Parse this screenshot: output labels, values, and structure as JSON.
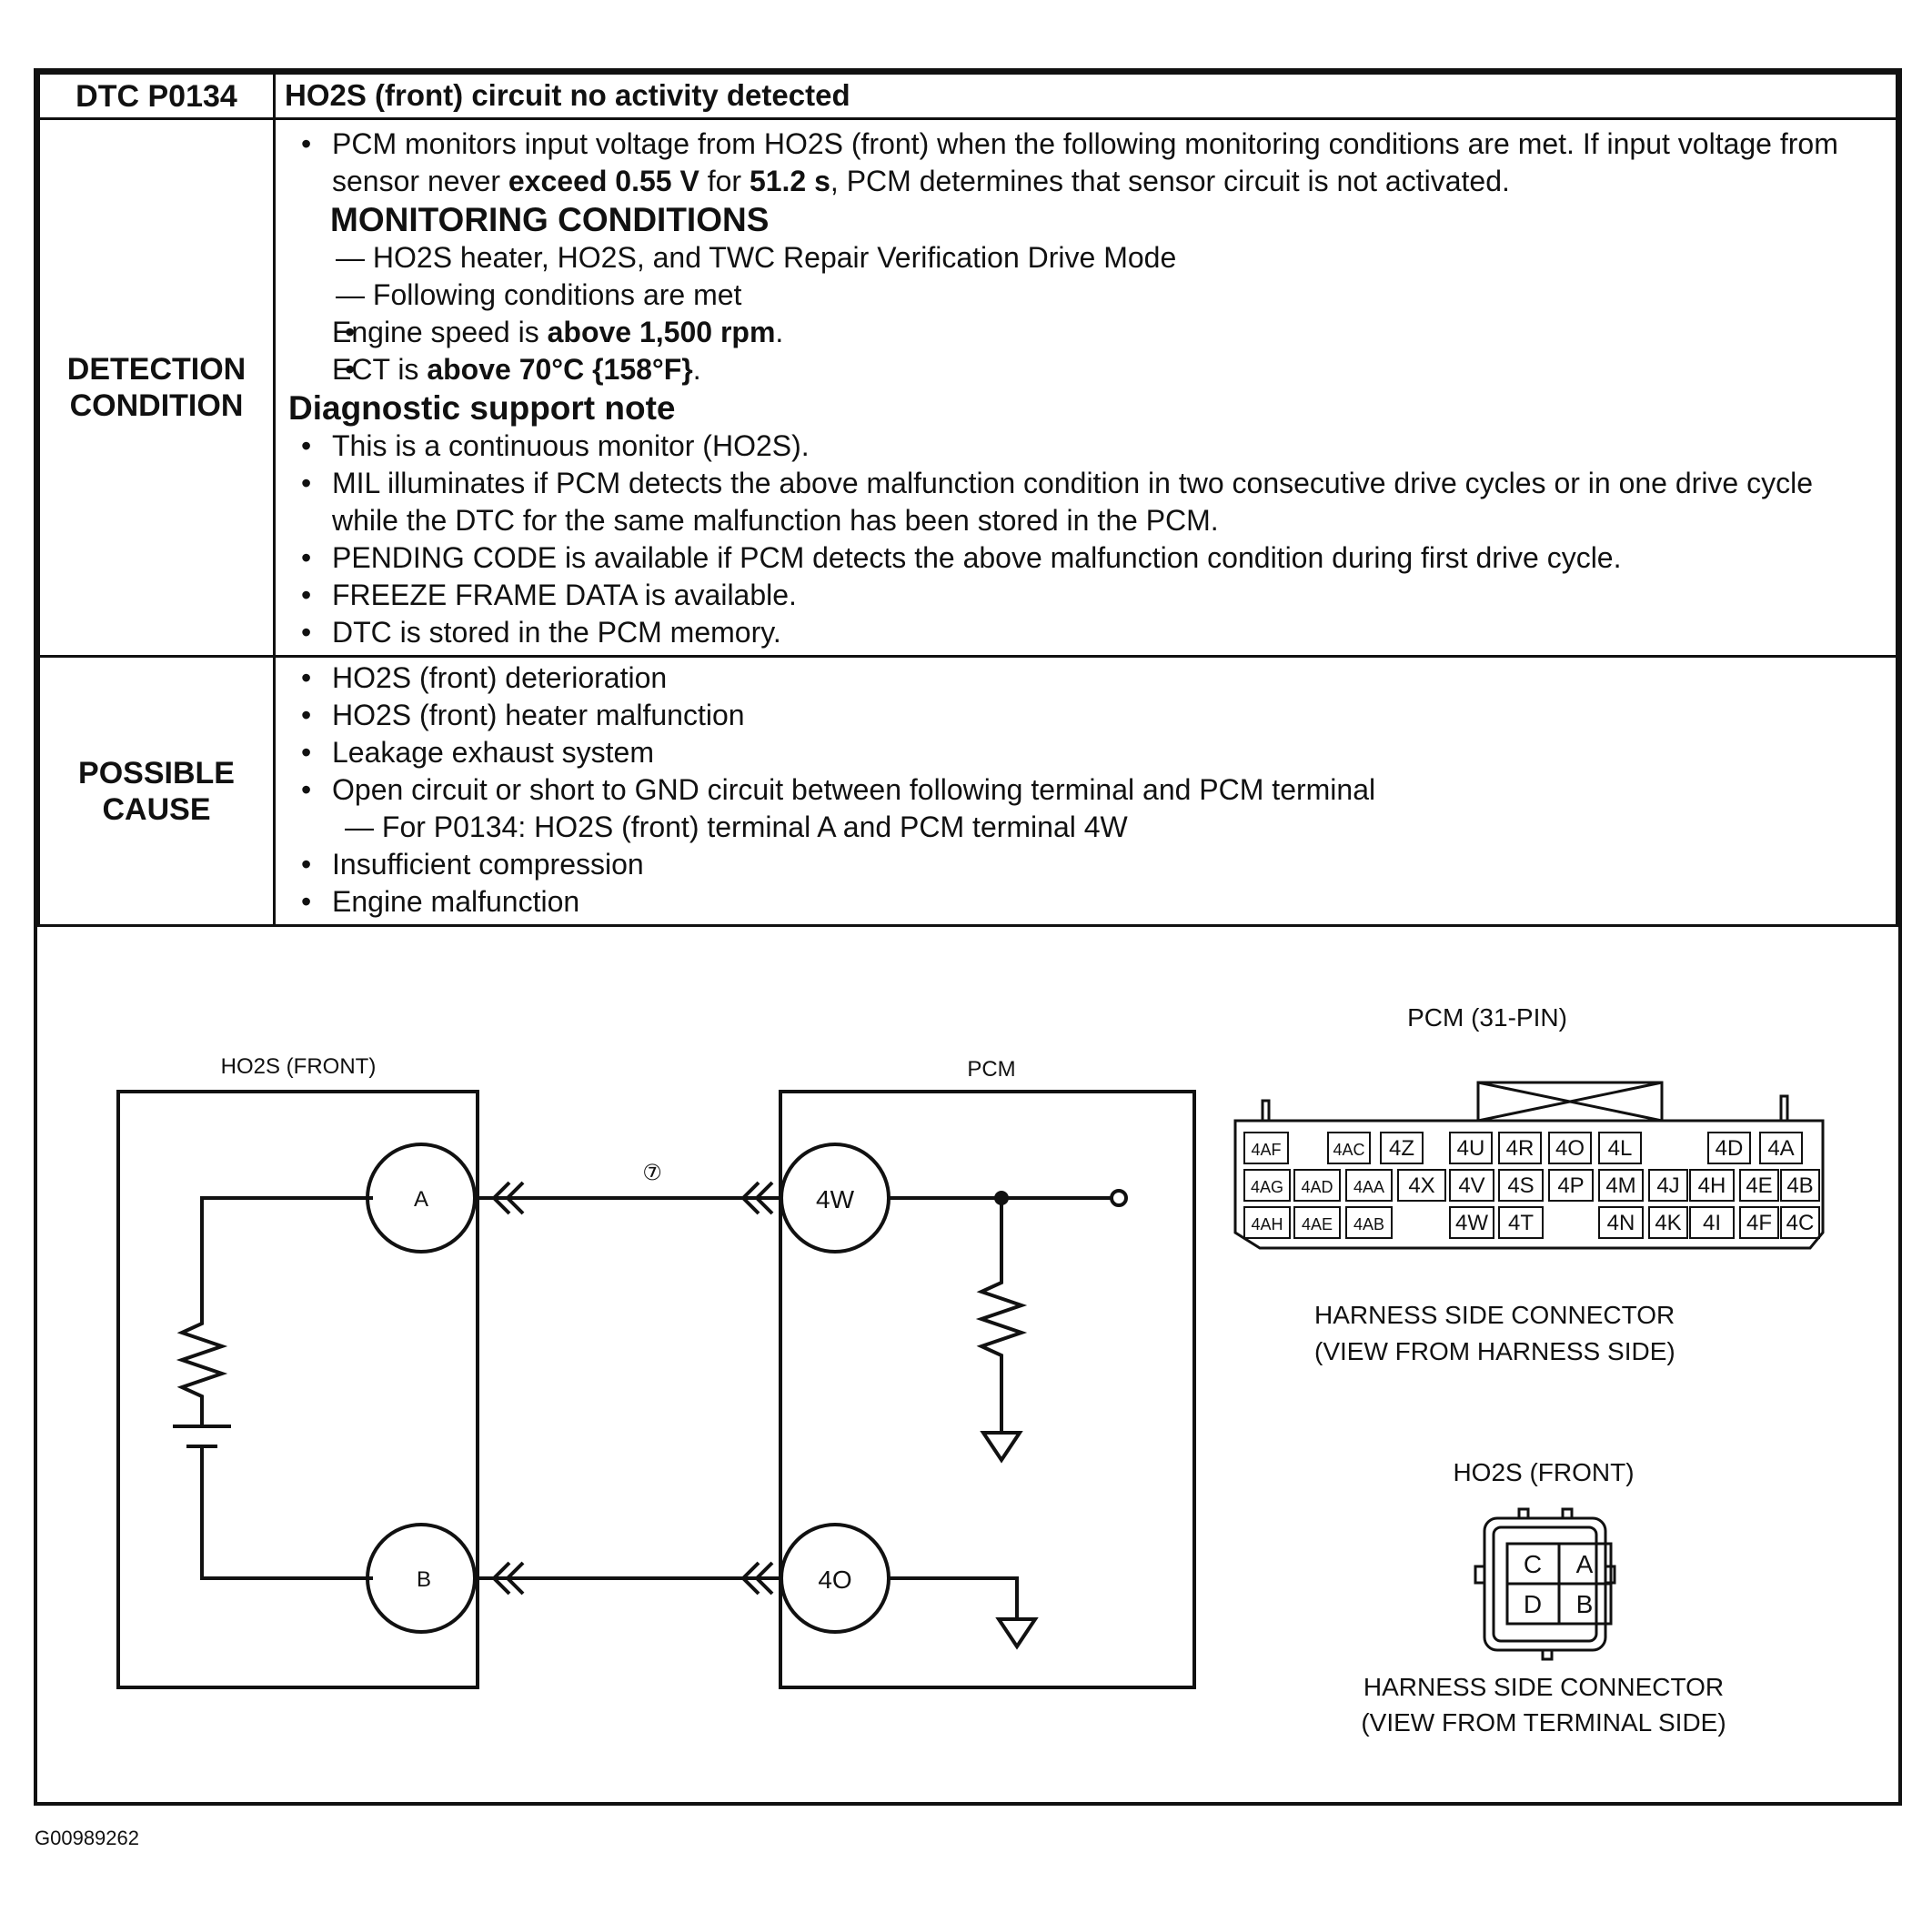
{
  "header": {
    "code": "DTC P0134",
    "title": "HO2S (front) circuit no activity detected"
  },
  "detection": {
    "label_line1": "DETECTION",
    "label_line2": "CONDITION",
    "intro_a": "PCM monitors input voltage from HO2S (front) when the following monitoring conditions are met. If input voltage from sensor never ",
    "intro_b": "exceed 0.55 V",
    "intro_c": " for ",
    "intro_d": "51.2 s",
    "intro_e": ", PCM determines that sensor circuit is not activated.",
    "monitoring_heading": "MONITORING CONDITIONS",
    "mc1": "— HO2S heater, HO2S, and TWC Repair Verification Drive Mode",
    "mc2": "— Following conditions are met",
    "cond1_a": "Engine speed is ",
    "cond1_b": "above 1,500 rpm",
    "cond1_c": ".",
    "cond2_a": "ECT is ",
    "cond2_b": "above 70°C {158°F}",
    "cond2_c": ".",
    "support_heading": "Diagnostic support note",
    "notes": [
      "This is a continuous monitor (HO2S).",
      "MIL illuminates if PCM detects the above malfunction condition in two consecutive drive cycles or in one drive cycle while the DTC for the same malfunction has been stored in the PCM.",
      "PENDING CODE is available if PCM detects the above malfunction condition during first drive cycle.",
      "FREEZE FRAME DATA is available.",
      "DTC is stored in the PCM memory."
    ]
  },
  "possible_cause": {
    "label_line1": "POSSIBLE",
    "label_line2": "CAUSE",
    "items": [
      "HO2S (front) deterioration",
      "HO2S (front) heater malfunction",
      "Leakage exhaust system",
      "Open circuit or short to GND circuit between following terminal and PCM terminal"
    ],
    "sub_item": "— For P0134: HO2S (front) terminal A and PCM terminal 4W",
    "items_after": [
      "Insufficient compression",
      "Engine malfunction"
    ]
  },
  "diagram": {
    "sensor_title": "HO2S (FRONT)",
    "pcm_title": "PCM",
    "pin_a": "A",
    "pin_b": "B",
    "pin_4w": "4W",
    "pin_4o": "4O",
    "wire_label": "⑦",
    "pcm_connector_title": "PCM (31-PIN)",
    "pcm_connector_caption1": "HARNESS SIDE CONNECTOR",
    "pcm_connector_caption2": "(VIEW FROM HARNESS SIDE)",
    "pcm_pins_row1": [
      "4AF",
      "",
      "4AC",
      "4Z",
      "4U",
      "4R",
      "4O",
      "4L",
      "",
      "4D",
      "4A"
    ],
    "pcm_pins_row2": [
      "4AG",
      "4AD",
      "4AA",
      "4X",
      "4V",
      "4S",
      "4P",
      "4M",
      "4J",
      "4H",
      "4E",
      "4B"
    ],
    "pcm_pins_row3": [
      "4AH",
      "4AE",
      "4AB",
      "",
      "4W",
      "4T",
      "",
      "4N",
      "4K",
      "4I",
      "4F",
      "4C"
    ],
    "ho2s_connector_title": "HO2S (FRONT)",
    "ho2s_pins": [
      "C",
      "A",
      "D",
      "B"
    ],
    "ho2s_connector_caption1": "HARNESS SIDE CONNECTOR",
    "ho2s_connector_caption2": "(VIEW FROM TERMINAL SIDE)"
  },
  "footer": {
    "figure_id": "G00989262"
  }
}
